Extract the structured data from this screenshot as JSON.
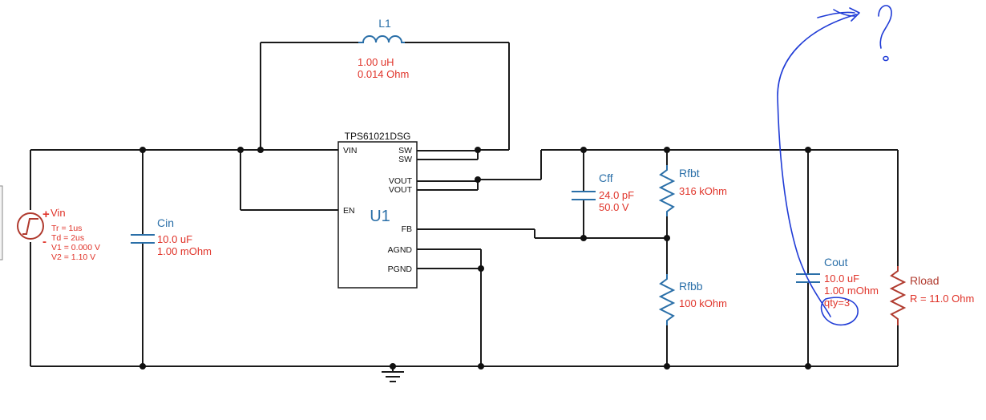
{
  "ic": {
    "part": "TPS61021DSG",
    "ref": "U1",
    "pins": {
      "vin": "VIN",
      "en": "EN",
      "sw1": "SW",
      "sw2": "SW",
      "vout1": "VOUT",
      "vout2": "VOUT",
      "fb": "FB",
      "agnd": "AGND",
      "pgnd": "PGND"
    }
  },
  "components": {
    "l1": {
      "ref": "L1",
      "value": "1.00 uH",
      "param": "0.014 Ohm"
    },
    "cin": {
      "ref": "Cin",
      "value": "10.0 uF",
      "param": "1.00 mOhm"
    },
    "cff": {
      "ref": "Cff",
      "value": "24.0 pF",
      "param": "50.0 V"
    },
    "rfbt": {
      "ref": "Rfbt",
      "value": "316 kOhm"
    },
    "rfbb": {
      "ref": "Rfbb",
      "value": "100 kOhm"
    },
    "cout": {
      "ref": "Cout",
      "value": "10.0 uF",
      "param": "1.00 mOhm",
      "qty": "qty=3"
    },
    "rload": {
      "ref": "Rload",
      "value": "R = 11.0 Ohm"
    },
    "vin": {
      "ref": "Vin",
      "plus": "+",
      "minus": "-",
      "tr": "Tr = 1us",
      "td": "Td = 2us",
      "v1": "V1 = 0.000 V",
      "v2": "V2 = 1.10 V"
    }
  },
  "annotation": {
    "question_mark": "?",
    "icon": "hand-drawn-question-arrow"
  },
  "colors": {
    "label_blue": "#2a6fa8",
    "value_red": "#e0342a",
    "ink": "#1f3bd6"
  }
}
